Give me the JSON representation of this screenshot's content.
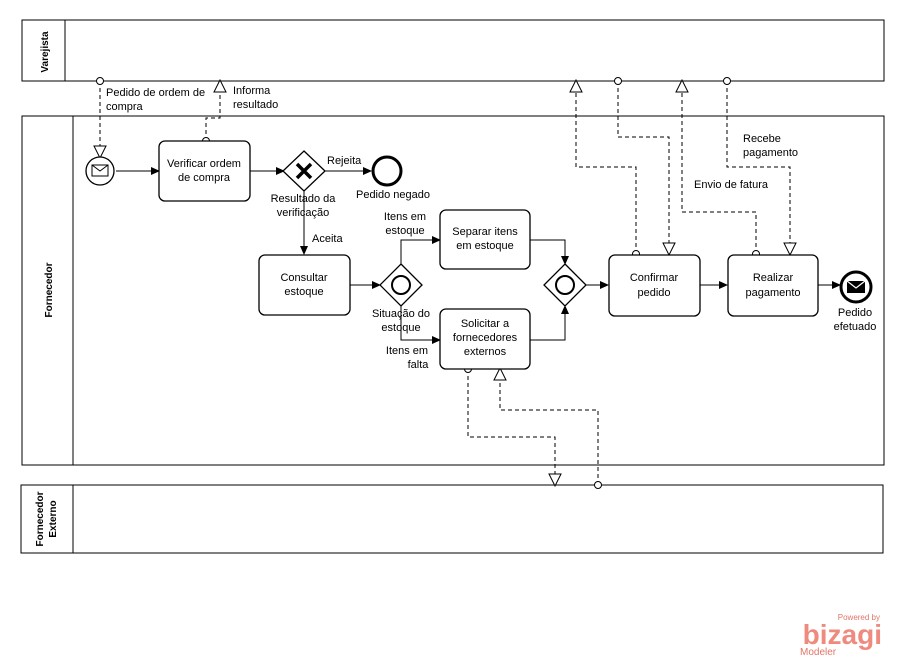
{
  "pools": {
    "varejista": "Varejista",
    "fornecedor": "Fornecedor",
    "fornecedor_externo_line1": "Fornecedor",
    "fornecedor_externo_line2": "Externo"
  },
  "tasks": {
    "verificar_line1": "Verificar ordem",
    "verificar_line2": "de compra",
    "consultar_line1": "Consultar",
    "consultar_line2": "estoque",
    "separar_line1": "Separar itens",
    "separar_line2": "em estoque",
    "solicitar_line1": "Solicitar a",
    "solicitar_line2": "fornecedores",
    "solicitar_line3": "externos",
    "confirmar_line1": "Confirmar",
    "confirmar_line2": "pedido",
    "realizar_line1": "Realizar",
    "realizar_line2": "pagamento"
  },
  "labels": {
    "pedido_ordem_line1": "Pedido de ordem de",
    "pedido_ordem_line2": "compra",
    "informa_line1": "Informa",
    "informa_line2": "resultado",
    "rejeita": "Rejeita",
    "pedido_negado": "Pedido negado",
    "resultado_line1": "Resultado da",
    "resultado_line2": "verificação",
    "aceita": "Aceita",
    "itens_estoque_line1": "Itens em",
    "itens_estoque_line2": "estoque",
    "situacao_line1": "Situação do",
    "situacao_line2": "estoque",
    "itens_falta_line1": "Itens em",
    "itens_falta_line2": "falta",
    "envio_fatura": "Envio de fatura",
    "recebe_line1": "Recebe",
    "recebe_line2": "pagamento",
    "pedido_efetuado_line1": "Pedido",
    "pedido_efetuado_line2": "efetuado"
  },
  "branding": {
    "powered_by": "Powered by",
    "name": "bizagi",
    "product": "Modeler"
  },
  "colors": {
    "stroke": "#000000",
    "brand": "#ef8a7f"
  }
}
